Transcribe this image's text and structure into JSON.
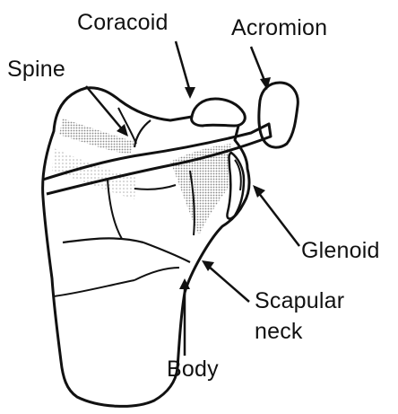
{
  "labels": {
    "coracoid": "Coracoid",
    "acromion": "Acromion",
    "spine": "Spine",
    "glenoid": "Glenoid",
    "scapular": "Scapular",
    "neck": "neck",
    "body": "Body"
  },
  "colors": {
    "ink": "#111111",
    "shade": "#9a9a9a",
    "background": "#ffffff"
  }
}
